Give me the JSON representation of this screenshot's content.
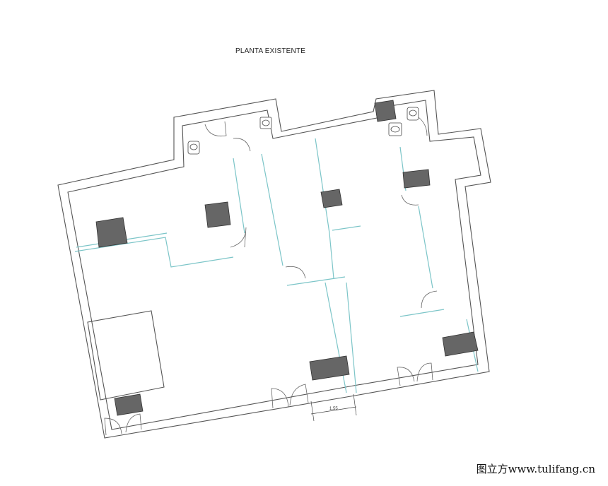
{
  "plan": {
    "title": "PLANTA EXISTENTE",
    "dimension_label": "1.55",
    "watermark": "图立方www.tulifang.cn"
  },
  "colors": {
    "wall": "#555555",
    "partition": "#7cc5c8",
    "column": "#666666"
  }
}
